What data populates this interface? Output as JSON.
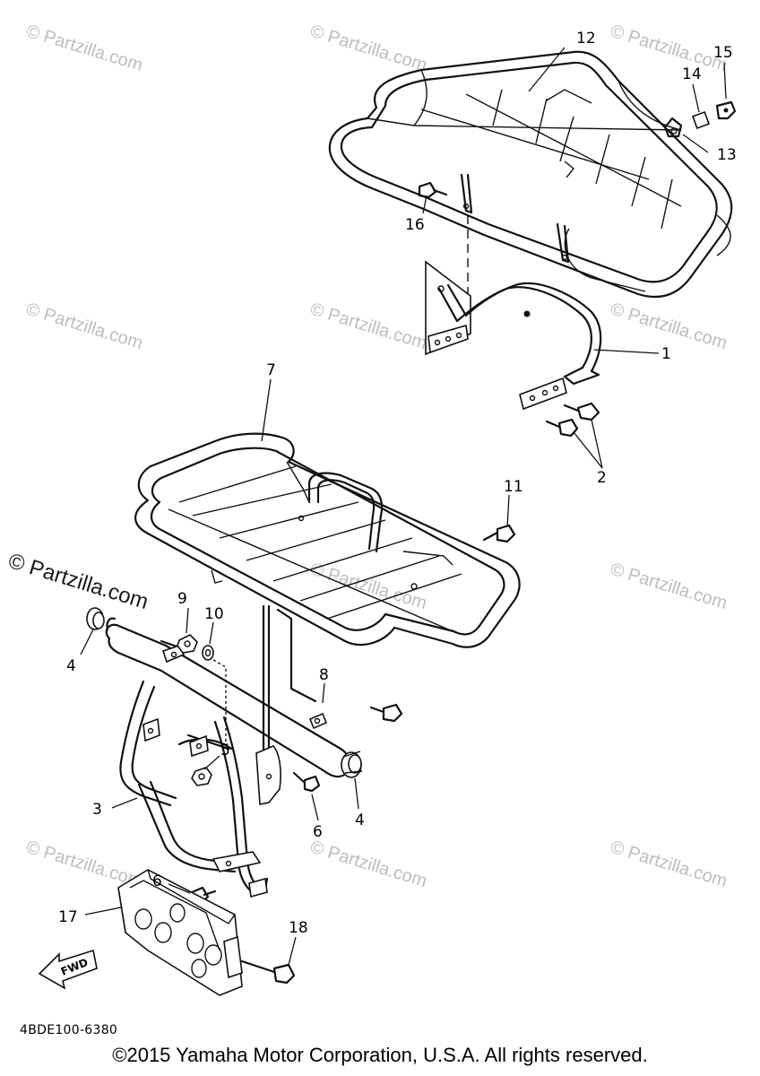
{
  "watermark": {
    "text": "© Partzilla.com",
    "color": "#bdbdbd"
  },
  "callouts": [
    "1",
    "2",
    "3",
    "4",
    "4",
    "5",
    "6",
    "6",
    "7",
    "8",
    "9",
    "10",
    "11",
    "12",
    "13",
    "14",
    "15",
    "16",
    "17",
    "18"
  ],
  "fwd_label": "FWD",
  "footer": {
    "part_code": "4BDE100-6380",
    "copyright": "©2015 Yamaha Motor Corporation, U.S.A. All rights reserved."
  }
}
